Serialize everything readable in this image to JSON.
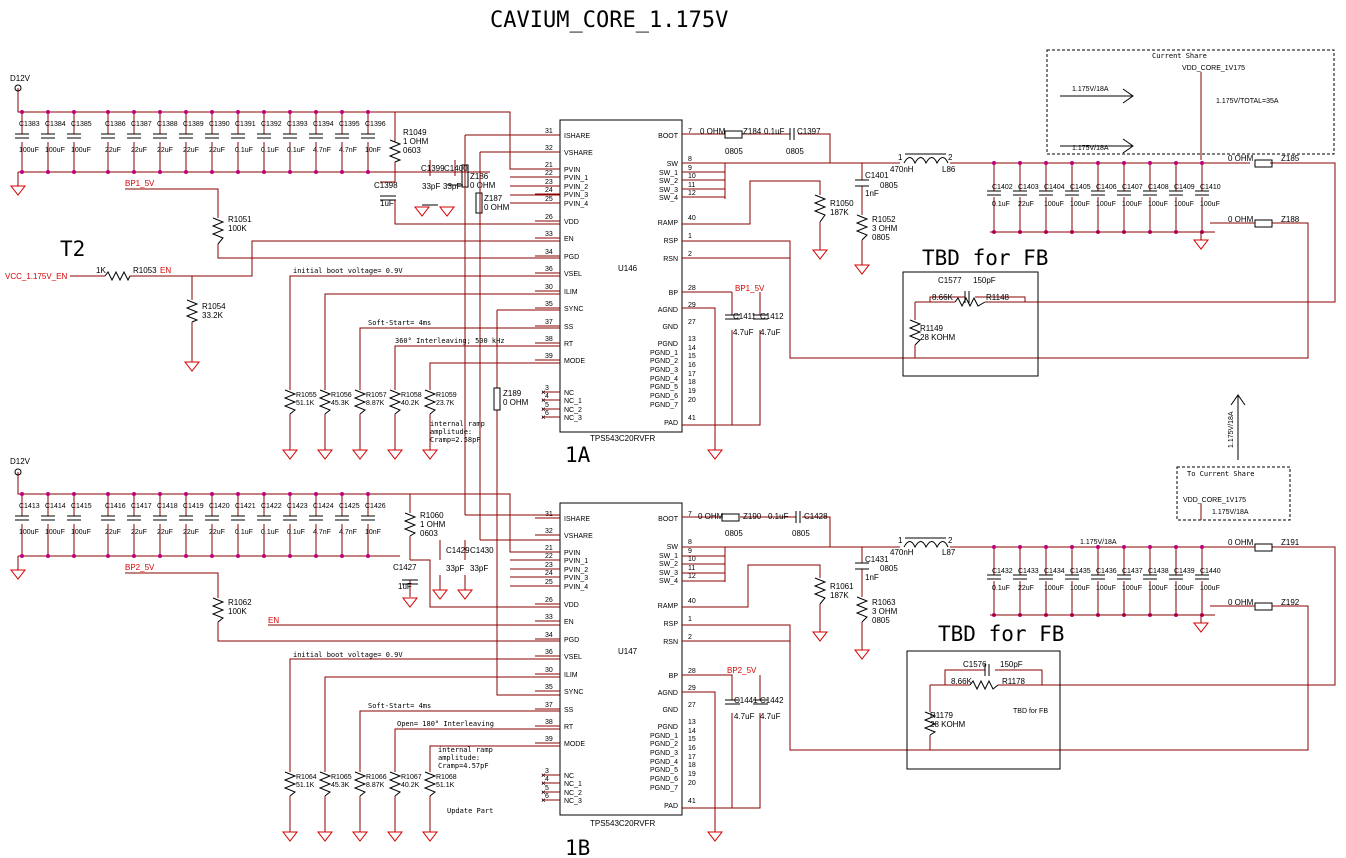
{
  "title": "CAVIUM_CORE_1.175V",
  "labels": {
    "t2": "T2",
    "tbd_fb": "TBD for FB",
    "tbd_fb_small": "TBD for FB",
    "sec_1a": "1A",
    "sec_1b": "1B",
    "d12v": "D12V",
    "bp1": "BP1_5V",
    "bp2": "BP2_5V",
    "vcc_en": "VCC_1.175V_EN",
    "en": "EN",
    "current_share": "Current Share",
    "to_current_share": "To Current Share",
    "vdd_core": "VDD_CORE_1V175",
    "share_18a_1": "1.175V/18A",
    "share_18a_2": "1.175V/18A",
    "share_total": "1.175V/TOTAL=35A",
    "share_18a_3": "1.175V/18A",
    "share_18a_4": "1.175V/18A",
    "share_18a_5": "1.175V/18A",
    "note_boot1": "initial boot voltage= 0.9V",
    "note_ss1": "Soft-Start= 4ms",
    "note_rt1": "360° Interleaving; 500 kHz",
    "note_ramp1_a": "internal ramp",
    "note_ramp1_b": "amplitude:",
    "note_ramp1_c": "Cramp=2.58pF",
    "note_boot2": "initial boot voltage= 0.9V",
    "note_ss2": "Soft-Start= 4ms",
    "note_rt2": "Open= 180° Interleaving",
    "note_ramp2_a": "internal ramp",
    "note_ramp2_b": "amplitude:",
    "note_ramp2_c": "Cramp=4.57pF",
    "note_update": "Update Part"
  },
  "u146": {
    "ref": "U146",
    "part": "TPS543C20RVFR",
    "left_pins": [
      {
        "num": "31",
        "name": "ISHARE"
      },
      {
        "num": "32",
        "name": "VSHARE"
      },
      {
        "num": "21",
        "name": "PVIN"
      },
      {
        "num": "22",
        "name": "PVIN_1"
      },
      {
        "num": "23",
        "name": "PVIN_2"
      },
      {
        "num": "24",
        "name": "PVIN_3"
      },
      {
        "num": "25",
        "name": "PVIN_4"
      },
      {
        "num": "26",
        "name": "VDD"
      },
      {
        "num": "33",
        "name": "EN"
      },
      {
        "num": "34",
        "name": "PGD"
      },
      {
        "num": "36",
        "name": "VSEL"
      },
      {
        "num": "30",
        "name": "ILIM"
      },
      {
        "num": "35",
        "name": "SYNC"
      },
      {
        "num": "37",
        "name": "SS"
      },
      {
        "num": "38",
        "name": "RT"
      },
      {
        "num": "39",
        "name": "MODE"
      },
      {
        "num": "3",
        "name": "NC"
      },
      {
        "num": "4",
        "name": "NC_1"
      },
      {
        "num": "5",
        "name": "NC_2"
      },
      {
        "num": "6",
        "name": "NC_3"
      }
    ],
    "right_pins": [
      {
        "num": "7",
        "name": "BOOT"
      },
      {
        "num": "8",
        "name": "SW"
      },
      {
        "num": "9",
        "name": "SW_1"
      },
      {
        "num": "10",
        "name": "SW_2"
      },
      {
        "num": "11",
        "name": "SW_3"
      },
      {
        "num": "12",
        "name": "SW_4"
      },
      {
        "num": "40",
        "name": "RAMP"
      },
      {
        "num": "1",
        "name": "RSP"
      },
      {
        "num": "2",
        "name": "RSN"
      },
      {
        "num": "28",
        "name": "BP"
      },
      {
        "num": "29",
        "name": "AGND"
      },
      {
        "num": "27",
        "name": "GND"
      },
      {
        "num": "13",
        "name": "PGND"
      },
      {
        "num": "14",
        "name": "PGND_1"
      },
      {
        "num": "15",
        "name": "PGND_2"
      },
      {
        "num": "16",
        "name": "PGND_3"
      },
      {
        "num": "17",
        "name": "PGND_4"
      },
      {
        "num": "18",
        "name": "PGND_5"
      },
      {
        "num": "19",
        "name": "PGND_6"
      },
      {
        "num": "20",
        "name": "PGND_7"
      },
      {
        "num": "41",
        "name": "PAD"
      }
    ]
  },
  "u147": {
    "ref": "U147",
    "part": "TPS543C20RVFR",
    "left_pins": [
      {
        "num": "31",
        "name": "ISHARE"
      },
      {
        "num": "32",
        "name": "VSHARE"
      },
      {
        "num": "21",
        "name": "PVIN"
      },
      {
        "num": "22",
        "name": "PVIN_1"
      },
      {
        "num": "23",
        "name": "PVIN_2"
      },
      {
        "num": "24",
        "name": "PVIN_3"
      },
      {
        "num": "25",
        "name": "PVIN_4"
      },
      {
        "num": "26",
        "name": "VDD"
      },
      {
        "num": "33",
        "name": "EN"
      },
      {
        "num": "34",
        "name": "PGD"
      },
      {
        "num": "36",
        "name": "VSEL"
      },
      {
        "num": "30",
        "name": "ILIM"
      },
      {
        "num": "35",
        "name": "SYNC"
      },
      {
        "num": "37",
        "name": "SS"
      },
      {
        "num": "38",
        "name": "RT"
      },
      {
        "num": "39",
        "name": "MODE"
      },
      {
        "num": "3",
        "name": "NC"
      },
      {
        "num": "4",
        "name": "NC_1"
      },
      {
        "num": "5",
        "name": "NC_2"
      },
      {
        "num": "6",
        "name": "NC_3"
      }
    ],
    "right_pins": [
      {
        "num": "7",
        "name": "BOOT"
      },
      {
        "num": "8",
        "name": "SW"
      },
      {
        "num": "9",
        "name": "SW_1"
      },
      {
        "num": "10",
        "name": "SW_2"
      },
      {
        "num": "11",
        "name": "SW_3"
      },
      {
        "num": "12",
        "name": "SW_4"
      },
      {
        "num": "40",
        "name": "RAMP"
      },
      {
        "num": "1",
        "name": "RSP"
      },
      {
        "num": "2",
        "name": "RSN"
      },
      {
        "num": "28",
        "name": "BP"
      },
      {
        "num": "29",
        "name": "AGND"
      },
      {
        "num": "27",
        "name": "GND"
      },
      {
        "num": "13",
        "name": "PGND"
      },
      {
        "num": "14",
        "name": "PGND_1"
      },
      {
        "num": "15",
        "name": "PGND_2"
      },
      {
        "num": "16",
        "name": "PGND_3"
      },
      {
        "num": "17",
        "name": "PGND_4"
      },
      {
        "num": "18",
        "name": "PGND_5"
      },
      {
        "num": "19",
        "name": "PGND_6"
      },
      {
        "num": "20",
        "name": "PGND_7"
      },
      {
        "num": "41",
        "name": "PAD"
      }
    ]
  },
  "input_caps_1": [
    {
      "ref": "C1383",
      "val": "100uF"
    },
    {
      "ref": "C1384",
      "val": "100uF"
    },
    {
      "ref": "C1385",
      "val": "100uF"
    },
    {
      "ref": "C1386",
      "val": "22uF"
    },
    {
      "ref": "C1387",
      "val": "22uF"
    },
    {
      "ref": "C1388",
      "val": "22uF"
    },
    {
      "ref": "C1389",
      "val": "22uF"
    },
    {
      "ref": "C1390",
      "val": "22uF"
    },
    {
      "ref": "C1391",
      "val": "0.1uF"
    },
    {
      "ref": "C1392",
      "val": "0.1uF"
    },
    {
      "ref": "C1393",
      "val": "0.1uF"
    },
    {
      "ref": "C1394",
      "val": "4.7nF"
    },
    {
      "ref": "C1395",
      "val": "4.7nF"
    },
    {
      "ref": "C1396",
      "val": "10nF"
    }
  ],
  "input_caps_2": [
    {
      "ref": "C1413",
      "val": "100uF"
    },
    {
      "ref": "C1414",
      "val": "100uF"
    },
    {
      "ref": "C1415",
      "val": "100uF"
    },
    {
      "ref": "C1416",
      "val": "22uF"
    },
    {
      "ref": "C1417",
      "val": "22uF"
    },
    {
      "ref": "C1418",
      "val": "22uF"
    },
    {
      "ref": "C1419",
      "val": "22uF"
    },
    {
      "ref": "C1420",
      "val": "22uF"
    },
    {
      "ref": "C1421",
      "val": "0.1uF"
    },
    {
      "ref": "C1422",
      "val": "0.1uF"
    },
    {
      "ref": "C1423",
      "val": "0.1uF"
    },
    {
      "ref": "C1424",
      "val": "4.7nF"
    },
    {
      "ref": "C1425",
      "val": "4.7nF"
    },
    {
      "ref": "C1426",
      "val": "10nF"
    }
  ],
  "output_caps_1": [
    {
      "ref": "C1402",
      "val": "0.1uF"
    },
    {
      "ref": "C1403",
      "val": "22uF"
    },
    {
      "ref": "C1404",
      "val": "100uF"
    },
    {
      "ref": "C1405",
      "val": "100uF"
    },
    {
      "ref": "C1406",
      "val": "100uF"
    },
    {
      "ref": "C1407",
      "val": "100uF"
    },
    {
      "ref": "C1408",
      "val": "100uF"
    },
    {
      "ref": "C1409",
      "val": "100uF"
    },
    {
      "ref": "C1410",
      "val": "100uF"
    }
  ],
  "output_caps_2": [
    {
      "ref": "C1432",
      "val": "0.1uF"
    },
    {
      "ref": "C1433",
      "val": "22uF"
    },
    {
      "ref": "C1434",
      "val": "100uF"
    },
    {
      "ref": "C1435",
      "val": "100uF"
    },
    {
      "ref": "C1436",
      "val": "100uF"
    },
    {
      "ref": "C1437",
      "val": "100uF"
    },
    {
      "ref": "C1438",
      "val": "100uF"
    },
    {
      "ref": "C1439",
      "val": "100uF"
    },
    {
      "ref": "C1440",
      "val": "100uF"
    }
  ],
  "bottom_res_1": [
    {
      "ref": "R1055",
      "val": "51.1K"
    },
    {
      "ref": "R1056",
      "val": "45.3K"
    },
    {
      "ref": "R1057",
      "val": "8.87K"
    },
    {
      "ref": "R1058",
      "val": "40.2K"
    },
    {
      "ref": "R1059",
      "val": "23.7K"
    }
  ],
  "bottom_res_2": [
    {
      "ref": "R1064",
      "val": "51.1K"
    },
    {
      "ref": "R1065",
      "val": "45.3K"
    },
    {
      "ref": "R1066",
      "val": "8.87K"
    },
    {
      "ref": "R1067",
      "val": "40.2K"
    },
    {
      "ref": "R1068",
      "val": "51.1K"
    }
  ],
  "parts": {
    "r1049": "R1049",
    "r1049_v": "1 OHM",
    "r1049_p": "0603",
    "c1398": "C1398",
    "c1398_v": "1uF",
    "c1399": "C1399",
    "c1399_v": "33pF",
    "c1400": "C1400",
    "c1400_v": "33pF",
    "z186": "Z186",
    "z186_v": "0 OHM",
    "z187": "Z187",
    "z187_v": "0 OHM",
    "r1051": "R1051",
    "r1051_v": "100K",
    "r1053": "R1053",
    "r1053_v": "1K",
    "r1054": "R1054",
    "r1054_v": "33.2K",
    "z189": "Z189",
    "z189_v": "0 OHM",
    "z184": "Z184",
    "z184_v": "0 OHM",
    "z184_p": "0805",
    "c1397": "C1397",
    "c1397_v": "0.1uF",
    "c1397_p": "0805",
    "c1401": "C1401",
    "c1401_v": "1nF",
    "c1401_p": "0805",
    "r1050": "R1050",
    "r1050_v": "187K",
    "r1052": "R1052",
    "r1052_v": "3 OHM",
    "r1052_p": "0805",
    "l86": "L86",
    "l86_v": "470nH",
    "l86_1": "1",
    "l86_2": "2",
    "c1411": "C1411",
    "c1411_v": "4.7uF",
    "c1412": "C1412",
    "c1412_v": "4.7uF",
    "z185": "Z185",
    "z185_v": "0 OHM",
    "z188": "Z188",
    "z188_v": "0 OHM",
    "c1577": "C1577",
    "c1577_v": "150pF",
    "r1148": "R1148",
    "r1148_v": "8.66K",
    "r1149": "R1149",
    "r1149_v": "28 KOHM",
    "r1060": "R1060",
    "r1060_v": "1 OHM",
    "r1060_p": "0603",
    "c1427": "C1427",
    "c1427_v": "1uF",
    "c1429": "C1429",
    "c1429_v": "33pF",
    "c1430": "C1430",
    "c1430_v": "33pF",
    "r1062": "R1062",
    "r1062_v": "100K",
    "z190": "Z190",
    "z190_v": "0 OHM",
    "z190_p": "0805",
    "c1428": "C1428",
    "c1428_v": "0.1uF",
    "c1428_p": "0805",
    "c1431": "C1431",
    "c1431_v": "1nF",
    "c1431_p": "0805",
    "r1061": "R1061",
    "r1061_v": "187K",
    "r1063": "R1063",
    "r1063_v": "3 OHM",
    "r1063_p": "0805",
    "l87": "L87",
    "l87_v": "470nH",
    "l87_1": "1",
    "l87_2": "2",
    "c1441": "C1441",
    "c1441_v": "4.7uF",
    "c1442": "C1442",
    "c1442_v": "4.7uF",
    "z191": "Z191",
    "z191_v": "0 OHM",
    "z192": "Z192",
    "z192_v": "0 OHM",
    "c1576": "C1576",
    "c1576_v": "150pF",
    "r1178": "R1178",
    "r1178_v": "8.66K",
    "r1179": "R1179",
    "r1179_v": "28 KOHM"
  },
  "colors": {
    "wire": "#8b0000",
    "ground": "#d40000",
    "junction": "#c0007a",
    "net_label": "#d40000"
  }
}
